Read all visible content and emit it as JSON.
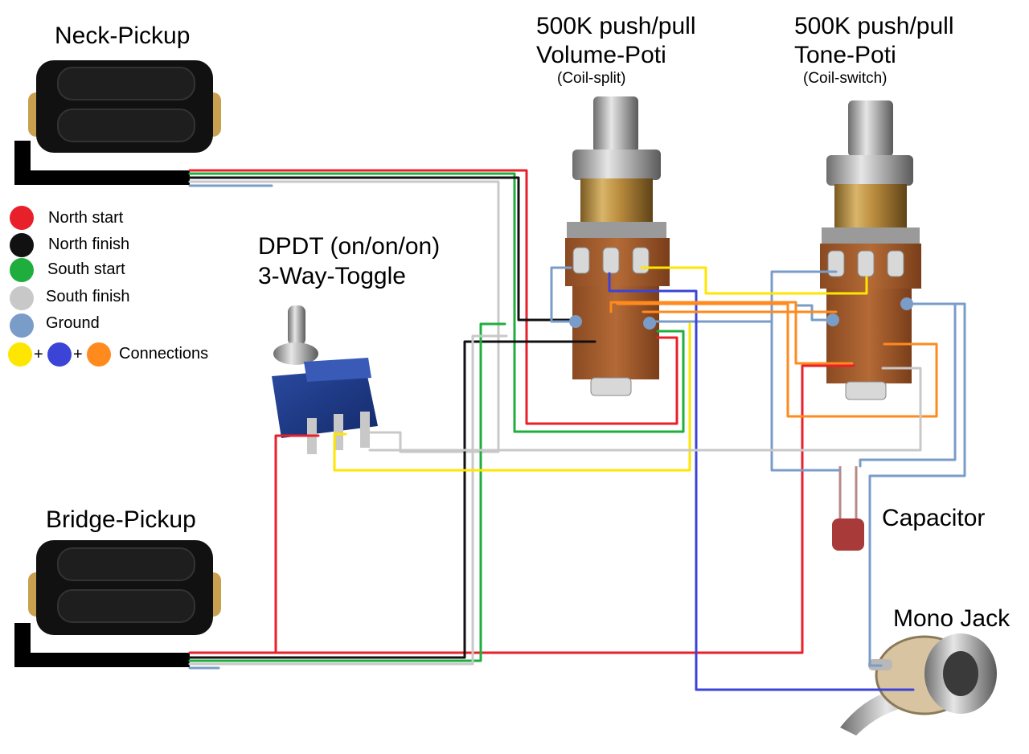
{
  "labels": {
    "neck_pickup": "Neck-Pickup",
    "bridge_pickup": "Bridge-Pickup",
    "volume_title_1": "500K push/pull",
    "volume_title_2": "Volume-Poti",
    "volume_sub": "(Coil-split)",
    "tone_title_1": "500K push/pull",
    "tone_title_2": "Tone-Poti",
    "tone_sub": "(Coil-switch)",
    "toggle_title_1": "DPDT (on/on/on)",
    "toggle_title_2": "3-Way-Toggle",
    "capacitor": "Capacitor",
    "jack": "Mono Jack"
  },
  "legend": [
    {
      "color": "#e8202a",
      "label": "North start"
    },
    {
      "color": "#111111",
      "label": "North finish"
    },
    {
      "color": "#1fae3e",
      "label": "South start"
    },
    {
      "color": "#c8c8c8",
      "label": "South finish"
    },
    {
      "color": "#7a9cc8",
      "label": "Ground"
    }
  ],
  "legend_connections": {
    "colors": [
      "#ffe600",
      "#3b44d6",
      "#ff8a1e"
    ],
    "plus": "+",
    "label": "Connections"
  },
  "wire_colors": {
    "red": "#e8202a",
    "black": "#111111",
    "green": "#1fae3e",
    "gray": "#c8c8c8",
    "ground": "#7a9cc8",
    "yellow": "#ffe600",
    "blue": "#3b44d6",
    "orange": "#ff8a1e"
  }
}
